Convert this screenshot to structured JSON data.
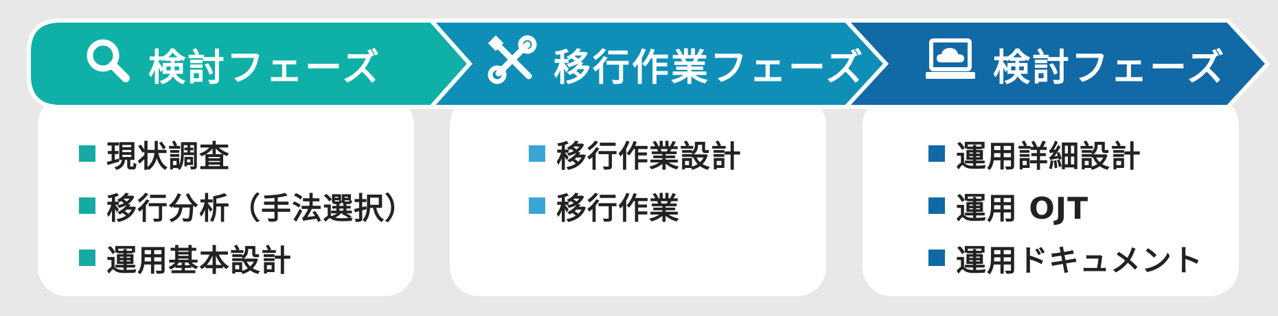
{
  "colors": {
    "background": "#e8e8e8",
    "card": "#ffffff",
    "phase1": "#0fb0a7",
    "phase2": "#0f8fb8",
    "phase3": "#1169a6",
    "bullet1": "#17aaa5",
    "bullet2": "#3aa4d6",
    "bullet3": "#1169a6",
    "text": "#222222"
  },
  "phases": [
    {
      "icon": "search-icon",
      "title": "検討フェーズ",
      "items": [
        "現状調査",
        "移行分析（手法選択）",
        "運用基本設計"
      ]
    },
    {
      "icon": "tools-icon",
      "title": "移行作業フェーズ",
      "items": [
        "移行作業設計",
        "移行作業"
      ]
    },
    {
      "icon": "laptop-cloud-icon",
      "title": "検討フェーズ",
      "items": [
        "運用詳細設計",
        "運用 OJT",
        "運用ドキュメント"
      ]
    }
  ]
}
